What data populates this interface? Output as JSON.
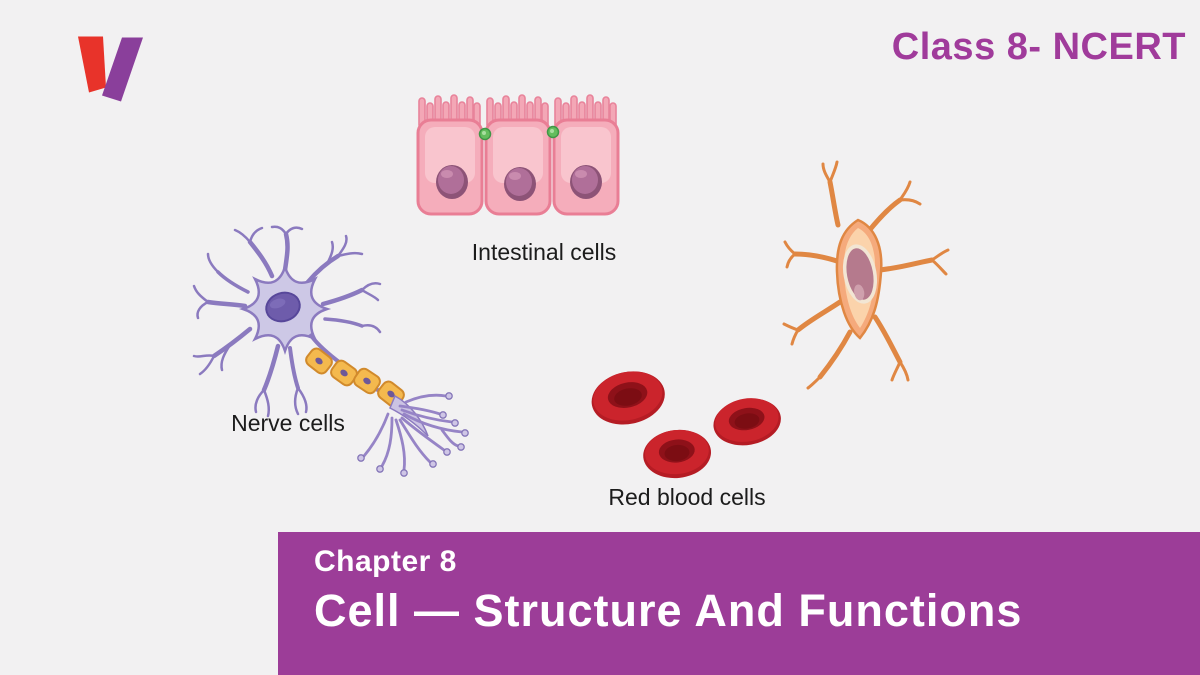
{
  "header": {
    "class_tag": "Class 8- NCERT"
  },
  "logo": {
    "shape": "letter-v",
    "left_stroke_color": "#e8332a",
    "right_stroke_color": "#8a3f9b"
  },
  "labels": {
    "intestinal": "Intestinal cells",
    "nerve": "Nerve cells",
    "red_blood": "Red blood cells"
  },
  "banner": {
    "chapter": "Chapter 8",
    "title": "Cell — Structure And Functions",
    "background_color": "#9c3d98",
    "text_color": "#ffffff"
  },
  "icons": {
    "logo": "v-logo",
    "intestinal": "intestinal-cells-illustration",
    "nerve": "nerve-cell-illustration",
    "red_blood": "red-blood-cells-illustration",
    "unlabeled_cell": "star-shaped-cell-illustration"
  },
  "colors": {
    "page_background": "#f2f1f2",
    "accent_purple": "#9c3d98",
    "class_tag_purple": "#a03b9b",
    "label_text": "#1c1c1c",
    "intestinal_pink": "#f5adbb",
    "intestinal_outline": "#e97e95",
    "nucleus_plum": "#8d5377",
    "junction_green": "#64bd5d",
    "neuron_lavender": "#cdc8e6",
    "neuron_outline": "#8b7abf",
    "neuron_nucleus": "#6e5cab",
    "myelin_yellow": "#f4b94e",
    "myelin_outline": "#d18a2c",
    "rbc_red": "#c8242b",
    "rbc_depression": "#8e1119",
    "spindle_orange": "#f5aa7c",
    "spindle_outline": "#e08743",
    "spindle_nucleus": "#b57a8d"
  }
}
